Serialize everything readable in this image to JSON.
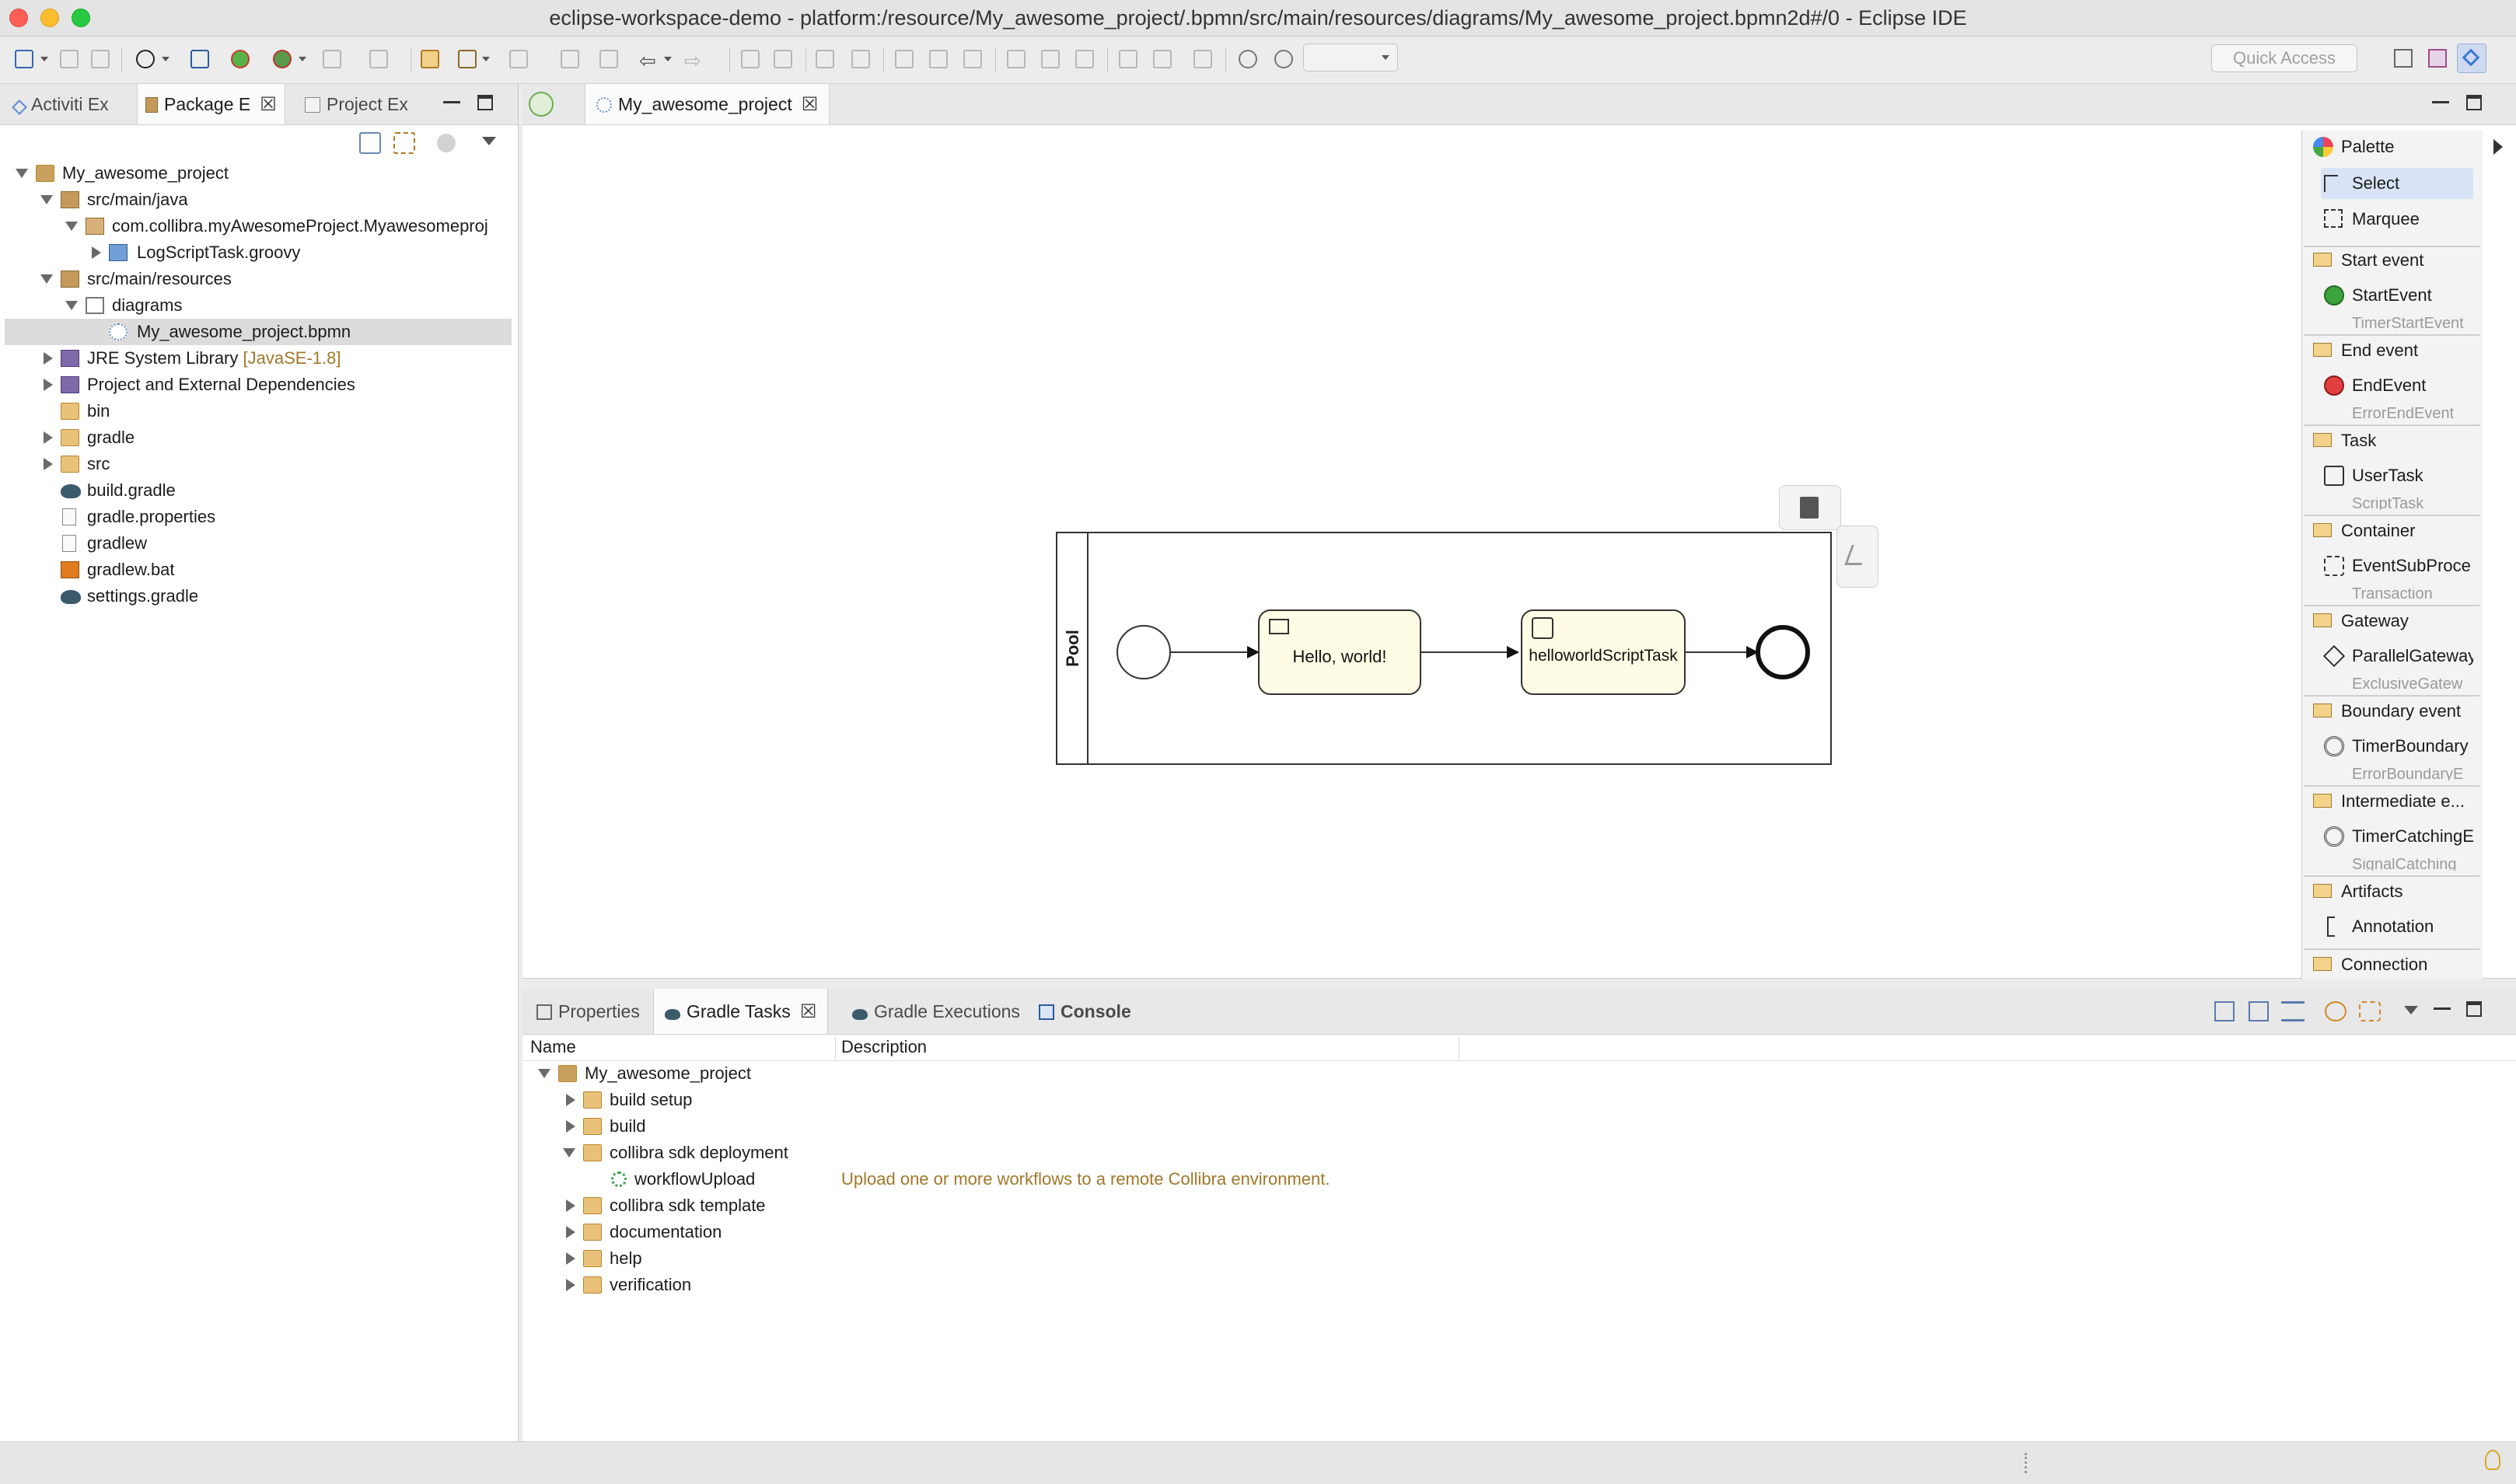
{
  "window": {
    "title": "eclipse-workspace-demo - platform:/resource/My_awesome_project/.bpmn/src/main/resources/diagrams/My_awesome_project.bpmn2d#/0 - Eclipse IDE"
  },
  "toolbar": {
    "quick_access_placeholder": "Quick Access"
  },
  "left_panel": {
    "tabs": [
      {
        "label": "Activiti Ex"
      },
      {
        "label": "Package E",
        "close": "☒"
      },
      {
        "label": "Project Ex"
      }
    ],
    "tree": [
      {
        "label": "My_awesome_project"
      },
      {
        "label": "src/main/java"
      },
      {
        "label": "com.collibra.myAwesomeProject.Myawesomeproj"
      },
      {
        "label": "LogScriptTask.groovy"
      },
      {
        "label": "src/main/resources"
      },
      {
        "label": "diagrams"
      },
      {
        "label": "My_awesome_project.bpmn"
      },
      {
        "label": "JRE System Library",
        "decoration": "[JavaSE-1.8]"
      },
      {
        "label": "Project and External Dependencies"
      },
      {
        "label": "bin"
      },
      {
        "label": "gradle"
      },
      {
        "label": "src"
      },
      {
        "label": "build.gradle"
      },
      {
        "label": "gradle.properties"
      },
      {
        "label": "gradlew"
      },
      {
        "label": "gradlew.bat"
      },
      {
        "label": "settings.gradle"
      }
    ]
  },
  "editor": {
    "tab_label": "My_awesome_project",
    "tab_close": "☒",
    "diagram": {
      "pool_label": "Pool",
      "user_task_label": "Hello, world!",
      "script_task_label": "helloworldScriptTask"
    }
  },
  "palette": {
    "title": "Palette",
    "tools": [
      "Select",
      "Marquee"
    ],
    "drawers": [
      {
        "label": "Start event",
        "item": "StartEvent",
        "ghost": "TimerStartEvent"
      },
      {
        "label": "End event",
        "item": "EndEvent",
        "ghost": "ErrorEndEvent"
      },
      {
        "label": "Task",
        "item": "UserTask",
        "ghost": "ScriptTask"
      },
      {
        "label": "Container",
        "item": "EventSubProce",
        "ghost": "Transaction"
      },
      {
        "label": "Gateway",
        "item": "ParallelGateway",
        "ghost": "ExclusiveGatew"
      },
      {
        "label": "Boundary event",
        "item": "TimerBoundary",
        "ghost": "ErrorBoundaryE"
      },
      {
        "label": "Intermediate e...",
        "item": "TimerCatchingE",
        "ghost": "SignalCatching"
      },
      {
        "label": "Artifacts",
        "item": "Annotation"
      },
      {
        "label": "Connection"
      }
    ]
  },
  "bottom_panel": {
    "tabs": [
      {
        "label": "Properties"
      },
      {
        "label": "Gradle Tasks",
        "close": "☒"
      },
      {
        "label": "Gradle Executions"
      },
      {
        "label": "Console"
      }
    ],
    "columns": {
      "name": "Name",
      "description": "Description"
    },
    "rows": [
      {
        "label": "My_awesome_project",
        "description": ""
      },
      {
        "label": "build setup",
        "description": ""
      },
      {
        "label": "build",
        "description": ""
      },
      {
        "label": "collibra sdk deployment",
        "description": ""
      },
      {
        "label": "workflowUpload",
        "description": "Upload one or more workflows to a remote Collibra environment."
      },
      {
        "label": "collibra sdk template",
        "description": ""
      },
      {
        "label": "documentation",
        "description": ""
      },
      {
        "label": "help",
        "description": ""
      },
      {
        "label": "verification",
        "description": ""
      }
    ]
  },
  "colors": {
    "accent": "#3b7ddd",
    "task_fill": "#fefce4",
    "description_text": "#a0782a",
    "decoration_text": "#a0782a"
  },
  "icons": [
    "new-icon",
    "save-icon",
    "save-all-icon",
    "profile-icon",
    "terminal-icon",
    "activiti-icon",
    "run-icon",
    "debug-icon",
    "open-type-icon",
    "search-icon",
    "back-icon",
    "forward-icon",
    "zoom-out-icon",
    "zoom-in-icon",
    "trash-icon",
    "wrench-icon",
    "collapse-all-icon",
    "link-icon",
    "view-menu-icon",
    "minimize-icon",
    "maximize-icon",
    "lightbulb-icon"
  ]
}
